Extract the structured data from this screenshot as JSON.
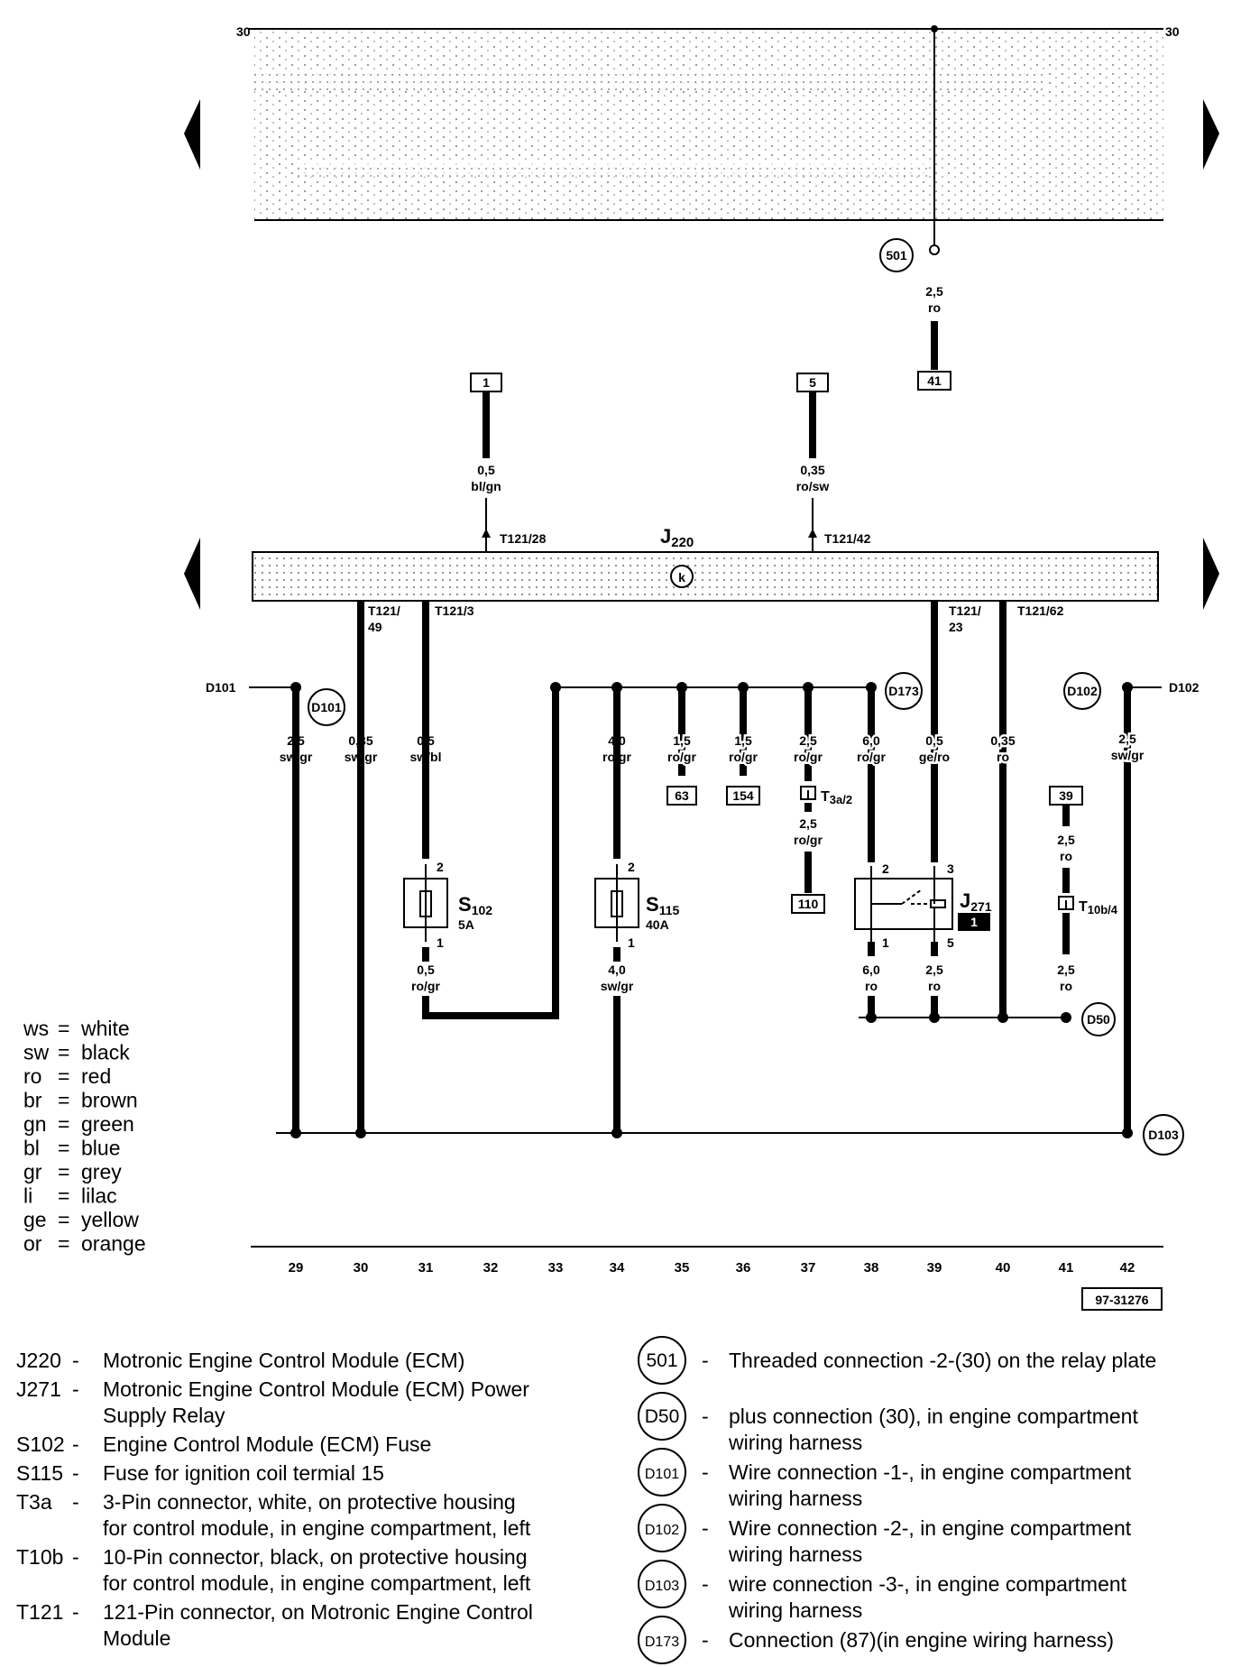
{
  "diagram": {
    "rail_label_left": "30",
    "rail_label_right": "30",
    "ref_number": "97-31276",
    "j220": {
      "name": "J",
      "sub": "220"
    },
    "j271": {
      "name": "J",
      "sub": "271",
      "tag": "1"
    },
    "s102": {
      "name": "S",
      "sub": "102",
      "rating": "5A"
    },
    "s115": {
      "name": "S",
      "sub": "115",
      "rating": "40A"
    },
    "t3a": {
      "name": "T",
      "sub": "3a/2"
    },
    "t10b": {
      "name": "T",
      "sub": "10b/4"
    },
    "k_symbol": "k",
    "pins": {
      "t121_28": "T121/28",
      "t121_42": "T121/42",
      "t121_49a": "T121/",
      "t121_49b": "49",
      "t121_3": "T121/3",
      "t121_23a": "T121/",
      "t121_23b": "23",
      "t121_62": "T121/62"
    },
    "boxes": {
      "b1": "1",
      "b5": "5",
      "b41": "41",
      "b63": "63",
      "b154": "154",
      "b110": "110",
      "b39": "39"
    },
    "circles": {
      "c501": "501",
      "d101": "D101",
      "d173": "D173",
      "d102": "D102",
      "d50": "D50",
      "d103": "D103"
    },
    "side_labels": {
      "d101": "D101",
      "d102": "D102"
    },
    "wires": {
      "w501_size": "2,5",
      "w501_color": "ro",
      "w1_size": "0,5",
      "w1_color": "bl/gn",
      "w5_size": "0,35",
      "w5_color": "ro/sw",
      "w29_size": "2,5",
      "w29_color": "sw/gr",
      "w30_size": "0,35",
      "w30_color": "sw/gr",
      "w31_size": "0,5",
      "w31_color": "sw/bl",
      "w34_size": "4,0",
      "w34_color": "ro/gr",
      "w35_size": "1,5",
      "w35_color": "ro/gr",
      "w36_size": "1,5",
      "w36_color": "ro/gr",
      "w37_size": "2,5",
      "w37_color": "ro/gr",
      "w37b_size": "2,5",
      "w37b_color": "ro/gr",
      "w38_size": "6,0",
      "w38_color": "ro/gr",
      "w39_size": "0,5",
      "w39_color": "ge/ro",
      "w40_size": "0,35",
      "w40_color": "ro",
      "w41_size": "2,5",
      "w41_color": "ro",
      "w41b_size": "2,5",
      "w41b_color": "ro",
      "w42_size": "2,5",
      "w42_color": "sw/gr",
      "w31b_size": "0,5",
      "w31b_color": "ro/gr",
      "w34b_size": "4,0",
      "w34b_color": "sw/gr",
      "w38b_size": "6,0",
      "w38b_color": "ro",
      "w39b_size": "2,5",
      "w39b_color": "ro"
    },
    "relay_pins": {
      "p2": "2",
      "p3": "3",
      "p1": "1",
      "p5": "5"
    },
    "fuse_pins": {
      "s102_top": "2",
      "s102_bot": "1",
      "s115_top": "2",
      "s115_bot": "1"
    },
    "columns": [
      "29",
      "30",
      "31",
      "32",
      "33",
      "34",
      "35",
      "36",
      "37",
      "38",
      "39",
      "40",
      "41",
      "42"
    ]
  },
  "color_legend": [
    {
      "code": "ws",
      "eq": "=",
      "name": "white"
    },
    {
      "code": "sw",
      "eq": "=",
      "name": "black"
    },
    {
      "code": "ro",
      "eq": "=",
      "name": "red"
    },
    {
      "code": "br",
      "eq": "=",
      "name": "brown"
    },
    {
      "code": "gn",
      "eq": "=",
      "name": "green"
    },
    {
      "code": "bl",
      "eq": "=",
      "name": "blue"
    },
    {
      "code": "gr",
      "eq": "=",
      "name": "grey"
    },
    {
      "code": "li",
      "eq": "=",
      "name": "lilac"
    },
    {
      "code": "ge",
      "eq": "=",
      "name": "yellow"
    },
    {
      "code": "or",
      "eq": "=",
      "name": "orange"
    }
  ],
  "components": [
    {
      "code": "J220",
      "dash": "-",
      "lines": [
        "Motronic Engine Control Module (ECM)"
      ]
    },
    {
      "code": "J271",
      "dash": "-",
      "lines": [
        "Motronic Engine Control Module (ECM) Power",
        "Supply Relay"
      ]
    },
    {
      "code": "S102",
      "dash": "-",
      "lines": [
        "Engine Control Module (ECM) Fuse"
      ]
    },
    {
      "code": "S115",
      "dash": "-",
      "lines": [
        "Fuse for ignition coil termial 15"
      ]
    },
    {
      "code": "T3a",
      "dash": "-",
      "lines": [
        "3-Pin connector,    white, on protective housing",
        "for control module, in engine compartment, left"
      ]
    },
    {
      "code": "T10b",
      "dash": "-",
      "lines": [
        "10-Pin connector, black, on protective housing",
        "for control module, in engine compartment, left"
      ]
    },
    {
      "code": "T121",
      "dash": "-",
      "lines": [
        "121-Pin connector, on Motronic Engine Control",
        "Module"
      ]
    }
  ],
  "connections": [
    {
      "code": "501",
      "dash": "-",
      "lines": [
        "Threaded connection -2-(30) on the relay plate"
      ]
    },
    {
      "code": "D50",
      "dash": "-",
      "lines": [
        "plus connection (30), in engine compartment",
        "wiring harness"
      ]
    },
    {
      "code": "D101",
      "dash": "-",
      "lines": [
        "Wire connection -1-, in engine compartment",
        "wiring harness"
      ]
    },
    {
      "code": "D102",
      "dash": "-",
      "lines": [
        "Wire connection -2-, in engine compartment",
        "wiring harness"
      ]
    },
    {
      "code": "D103",
      "dash": "-",
      "lines": [
        "wire connection -3-, in engine compartment",
        "wiring harness"
      ]
    },
    {
      "code": "D173",
      "dash": "-",
      "lines": [
        "Connection (87)(in engine wiring harness)"
      ]
    }
  ]
}
